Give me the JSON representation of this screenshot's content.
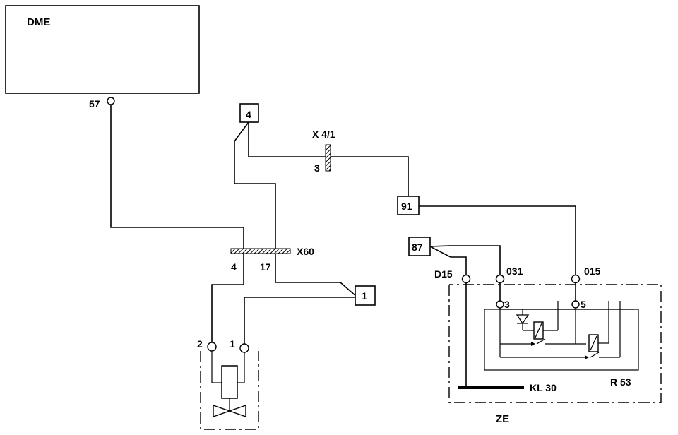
{
  "labels": {
    "dme": "DME",
    "pin57": "57",
    "block4": "4",
    "x41": "X 4/1",
    "x41_pin": "3",
    "x60": "X60",
    "x60_pin4": "4",
    "x60_pin17": "17",
    "block91": "91",
    "block87": "87",
    "block1": "1",
    "d15": "D15",
    "t031": "031",
    "t015": "015",
    "pin3": "3",
    "pin5": "5",
    "valve_pin2": "2",
    "valve_pin1": "1",
    "kl30": "KL 30",
    "r53": "R 53",
    "ze": "ZE"
  }
}
